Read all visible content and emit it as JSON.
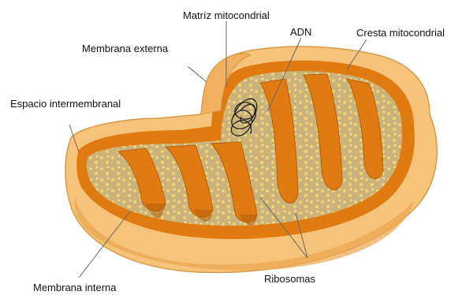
{
  "labels": {
    "matriz": "Matríz mitocondrial",
    "adn": "ADN",
    "cresta": "Cresta mitocondrial",
    "membrana_externa": "Membrana externa",
    "espacio": "Espacio intermembranal",
    "membrana_interna": "Membrana interna",
    "ribosomas": "Ribosomas"
  },
  "colors": {
    "outer_membrane": "#f5c37a",
    "outer_edge": "#e9a64f",
    "inner_membrane": "#e07b12",
    "inner_dark": "#b85e08",
    "matrix": "#c9b27c",
    "granule": "#f5d96a",
    "leader_line": "#666666"
  }
}
